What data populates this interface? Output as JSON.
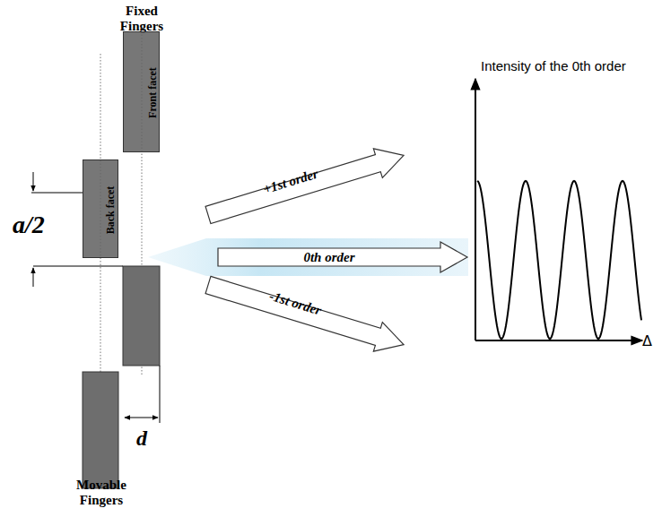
{
  "diagram": {
    "nodes": [
      {
        "text": [
          "Front facet"
        ]
      },
      {
        "text": [
          "Back facet"
        ]
      },
      {
        "text": [
          "+1st order"
        ]
      },
      {
        "text": [
          "0th order"
        ]
      },
      {
        "text": [
          "-1st order"
        ]
      }
    ],
    "labels": [
      "Fixed Fingers",
      "a/2",
      "d",
      "Movable Fingers",
      "Intensity of the 0th order",
      "Δ"
    ]
  }
}
